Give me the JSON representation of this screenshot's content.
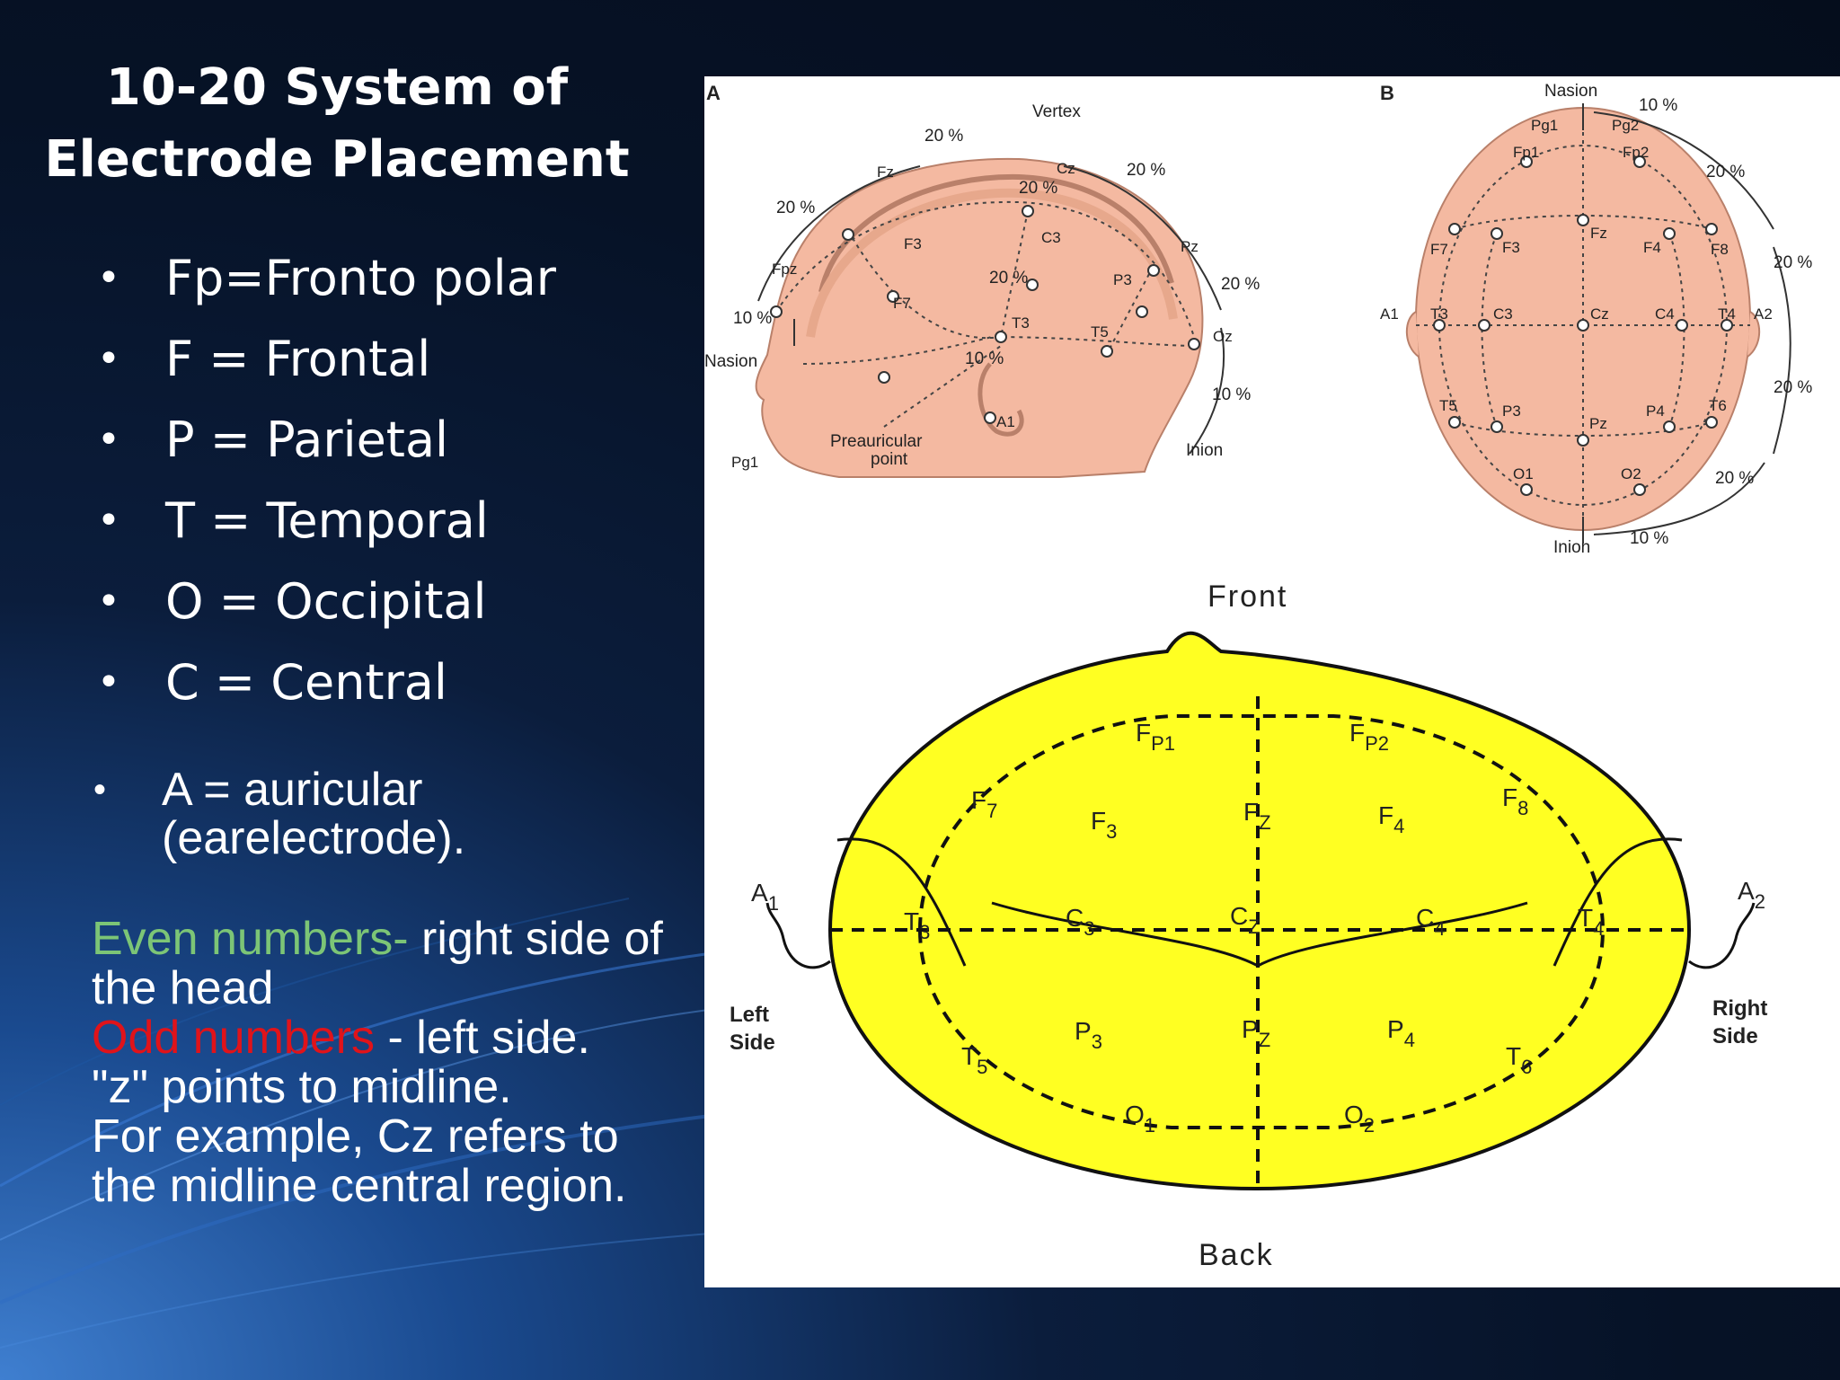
{
  "slide": {
    "title_line1": "10-20 System of",
    "title_line2": "Electrode Placement",
    "bullets": [
      "Fp=Fronto polar",
      "F = Frontal",
      "P = Parietal",
      "T = Temporal",
      "O = Occipital",
      "C = Central"
    ],
    "auricular": "A = auricular (earelectrode).",
    "note_even": "Even numbers-",
    "note_even_rest": " right side of the head",
    "note_odd": "Odd numbers",
    "note_odd_rest": " - left side.",
    "note_z": "\"z\" points to midline.",
    "note_example": "For example, Cz refers to the midline central region.",
    "bullet_glyph": "•"
  },
  "figure": {
    "panel_a": {
      "tag": "A",
      "vertex": "Vertex",
      "nasion": "Nasion",
      "inion": "Inion",
      "preauricular": "Preauricular",
      "point": "point",
      "pct20": "20 %",
      "pct10": "10 %",
      "electrodes": [
        "Fz",
        "Cz",
        "Pz",
        "Fpz",
        "Oz",
        "F3",
        "C3",
        "P3",
        "F7",
        "T3",
        "T5",
        "A1",
        "Pg1"
      ]
    },
    "panel_b": {
      "tag": "B",
      "nasion": "Nasion",
      "inion": "Inion",
      "pct20": "20 %",
      "pct10": "10 %",
      "electrodes": [
        "Fp1",
        "Fp2",
        "Pg1",
        "Pg2",
        "F7",
        "F3",
        "Fz",
        "F4",
        "F8",
        "A1",
        "T3",
        "C3",
        "Cz",
        "C4",
        "T4",
        "A2",
        "T5",
        "P3",
        "Pz",
        "P4",
        "T6",
        "O1",
        "O2"
      ]
    },
    "map": {
      "front": "Front",
      "back": "Back",
      "left": [
        "Left",
        "Side"
      ],
      "right": [
        "Right",
        "Side"
      ],
      "head_color": "#ffff22",
      "skin_color": "#f4b9a1",
      "electrodes": [
        {
          "base": "F",
          "sub": "P1"
        },
        {
          "base": "F",
          "sub": "P2"
        },
        {
          "base": "F",
          "sub": "7"
        },
        {
          "base": "F",
          "sub": "3"
        },
        {
          "base": "F",
          "sub": "Z"
        },
        {
          "base": "F",
          "sub": "4"
        },
        {
          "base": "F",
          "sub": "8"
        },
        {
          "base": "A",
          "sub": "1"
        },
        {
          "base": "T",
          "sub": "3"
        },
        {
          "base": "C",
          "sub": "3"
        },
        {
          "base": "C",
          "sub": "Z"
        },
        {
          "base": "C",
          "sub": "4"
        },
        {
          "base": "T",
          "sub": "4"
        },
        {
          "base": "A",
          "sub": "2"
        },
        {
          "base": "T",
          "sub": "5"
        },
        {
          "base": "P",
          "sub": "3"
        },
        {
          "base": "P",
          "sub": "Z"
        },
        {
          "base": "P",
          "sub": "4"
        },
        {
          "base": "T",
          "sub": "6"
        },
        {
          "base": "O",
          "sub": "1"
        },
        {
          "base": "O",
          "sub": "2"
        }
      ]
    }
  }
}
